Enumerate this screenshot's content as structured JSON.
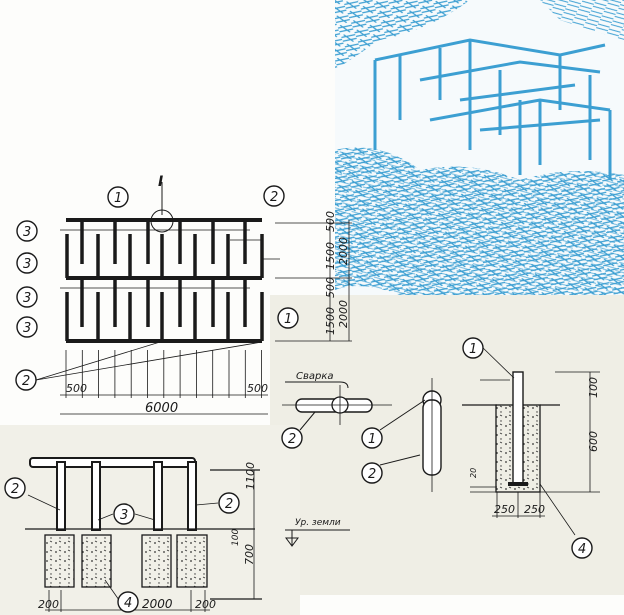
{
  "illustration": {
    "color": "#3c9fd2",
    "paper": "#efeee5"
  },
  "plan": {
    "section_mark": "I",
    "callouts": [
      "1",
      "2",
      "3",
      "3",
      "3",
      "3",
      "1",
      "2"
    ],
    "dims_right_inner": [
      "500",
      "1500",
      "500",
      "1500"
    ],
    "dims_right_outer": [
      "2000",
      "2000"
    ],
    "dim_bottom_ends": [
      "500",
      "500"
    ],
    "dim_total": "6000"
  },
  "weld_detail": {
    "label": "Сварка",
    "callouts": [
      "2",
      "1",
      "2"
    ]
  },
  "section": {
    "callouts": [
      "1",
      "4"
    ],
    "dims": [
      "100",
      "600",
      "20",
      "250",
      "250"
    ]
  },
  "elevation": {
    "callouts": [
      "2",
      "3",
      "2",
      "4"
    ],
    "ground_label": "Ур. земли",
    "dims": [
      "1100",
      "100",
      "700",
      "200",
      "2000",
      "200"
    ]
  }
}
